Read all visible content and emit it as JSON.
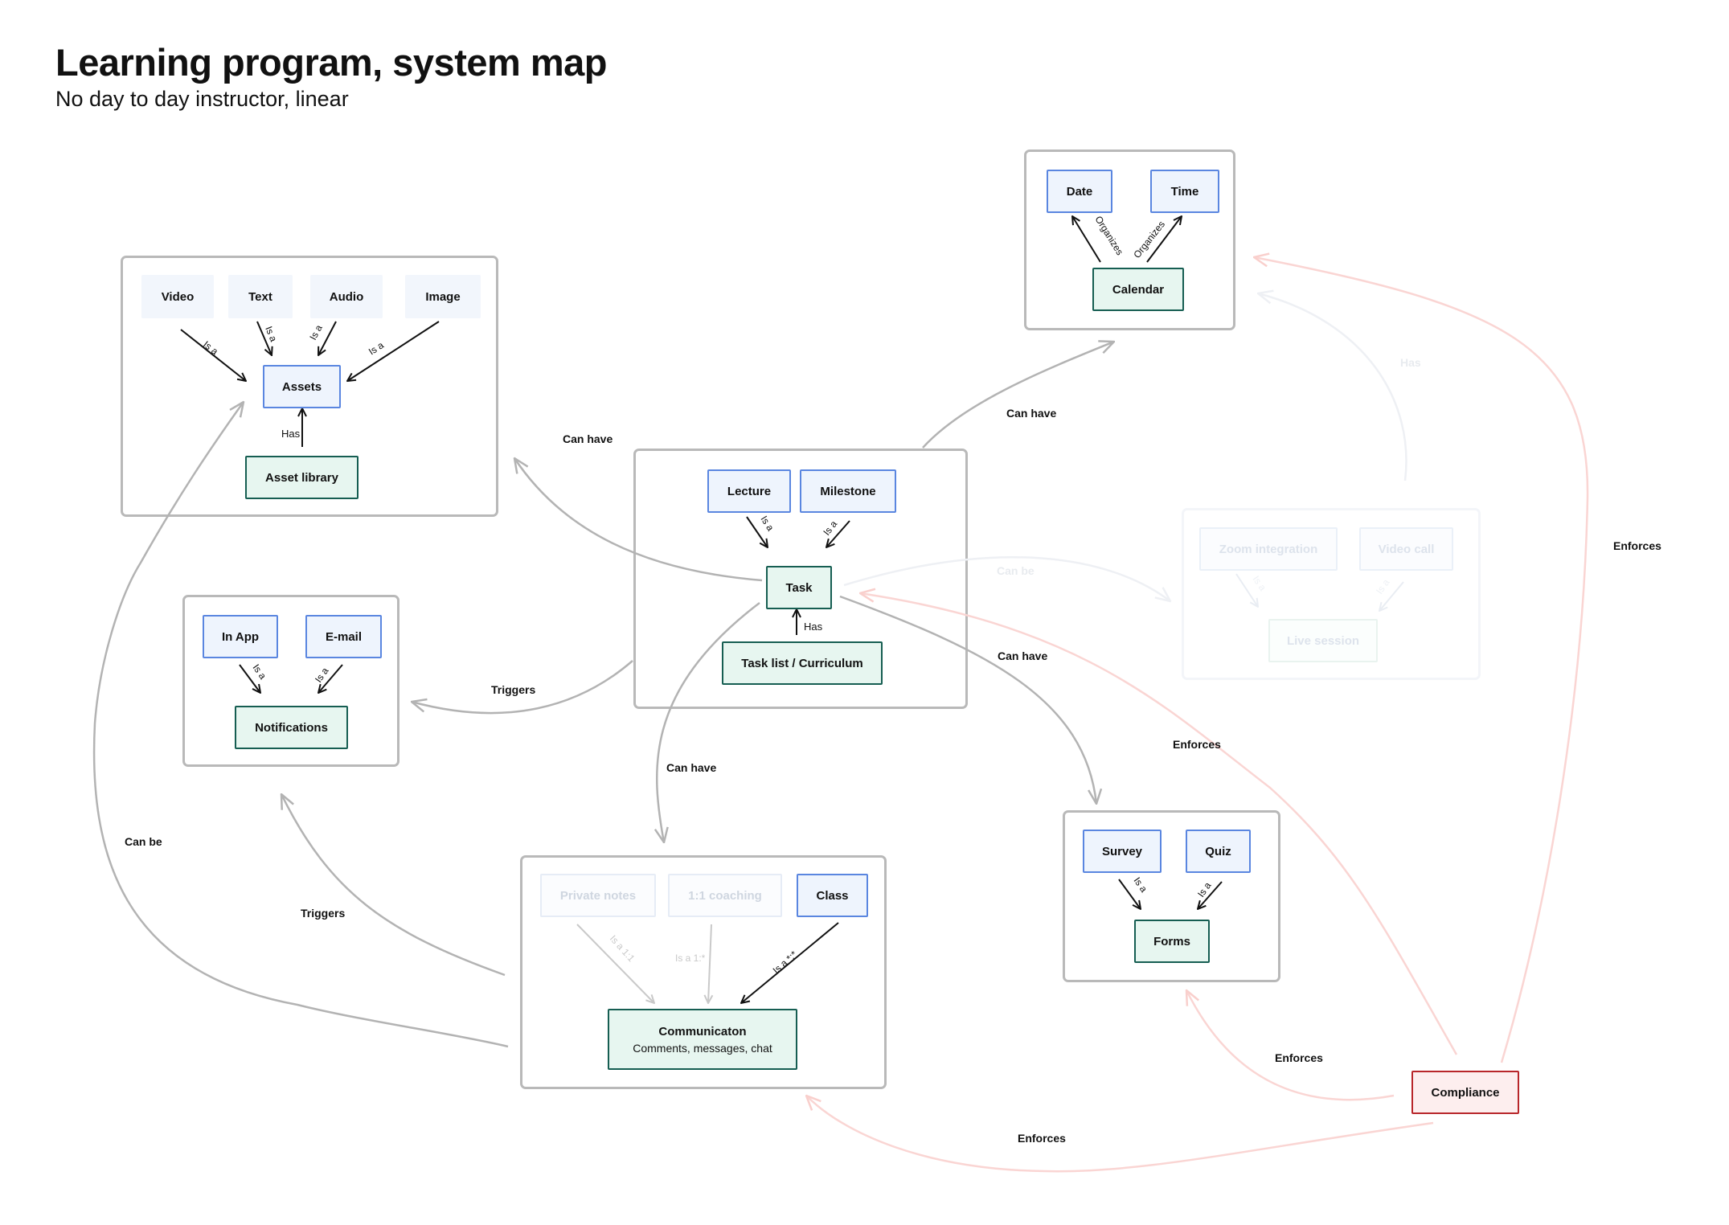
{
  "title": "Learning program, system map",
  "subtitle": "No day to day instructor, linear",
  "colors": {
    "group_border": "#b9b9b9",
    "blue_node_border": "#5a86e0",
    "blue_node_fill": "#eef4fd",
    "green_node_border": "#165e52",
    "green_node_fill": "#e7f6f0",
    "compliance_border": "#b8262a",
    "compliance_fill": "#fdeeee",
    "relation_arrow": "#b3b3b3",
    "enforces_arrow": "#fad5d3"
  },
  "nodes": {
    "video": "Video",
    "text": "Text",
    "audio": "Audio",
    "image": "Image",
    "assets": "Assets",
    "asset_library": "Asset library",
    "date": "Date",
    "time": "Time",
    "calendar": "Calendar",
    "lecture": "Lecture",
    "milestone": "Milestone",
    "task": "Task",
    "task_list": "Task list / Curriculum",
    "in_app": "In App",
    "email": "E-mail",
    "notifications": "Notifications",
    "zoom_integration": "Zoom integration",
    "video_call": "Video call",
    "live_session": "Live session",
    "survey": "Survey",
    "quiz": "Quiz",
    "forms": "Forms",
    "private_notes": "Private notes",
    "coaching": "1:1 coaching",
    "class": "Class",
    "communication": "Communicaton",
    "communication_sub": "Comments, messages, chat",
    "compliance": "Compliance"
  },
  "edge_labels": {
    "is_a": "Is a",
    "has": "Has",
    "organizes": "Organizes",
    "is_a_1_1": "Is a 1:1",
    "is_a_1_many": "Is a 1:*",
    "is_a_many_many": "Is a *:*",
    "can_have_assets": "Can have",
    "can_have_calendar": "Can have",
    "can_have_forms": "Can have",
    "can_have_comm": "Can have",
    "triggers_task": "Triggers",
    "triggers_comm": "Triggers",
    "can_be_asset": "Can be",
    "can_be_live": "Can be",
    "has_live": "Has",
    "enforces_calendar": "Enforces",
    "enforces_task": "Enforces",
    "enforces_forms": "Enforces",
    "enforces_comm": "Enforces"
  }
}
